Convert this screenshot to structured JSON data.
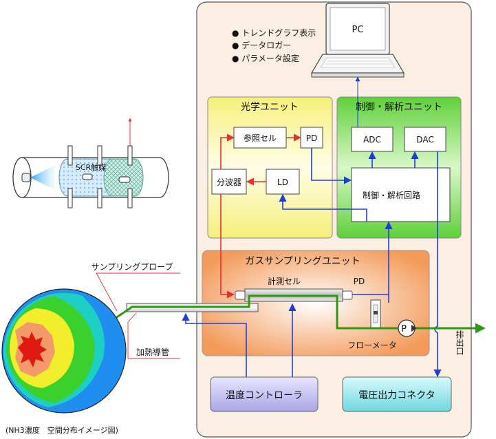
{
  "pc": {
    "label": "PC",
    "features": [
      "● トレンドグラフ表示",
      "● データロガー",
      "● パラメータ設定"
    ]
  },
  "optical_unit": {
    "title": "光学ユニット",
    "ref_cell": "参照セル",
    "pd": "PD",
    "splitter": "分波器",
    "ld": "LD"
  },
  "control_unit": {
    "title": "制御・解析ユニット",
    "adc": "ADC",
    "dac": "DAC",
    "circuit": "制御・解析回路"
  },
  "gas_unit": {
    "title": "ガスサンプリングユニット",
    "measure_cell": "計測セル",
    "pd": "PD",
    "flowmeter": "フローメータ",
    "pump": "P"
  },
  "temp_controller": "温度コントローラ",
  "voltage_connector": "電圧出力コネクタ",
  "exhaust": "排出口",
  "sampling_probe": "サンプリングプローブ",
  "heated_tube": "加熱導管",
  "scr_catalyst": "SCR触媒",
  "nh3_caption": "(NH3濃度　空間分布イメージ図)",
  "colors": {
    "optical_bg": "#fbf7a8",
    "control_bg": "#8be05a",
    "gas_bg": "#f5ad74",
    "panel_bg": "#fbeee2",
    "temp_bg": "#c9c6f0",
    "voltage_bg": "#8ee0e6",
    "optical_line": "#e53030",
    "signal_line": "#1f3ed8",
    "gas_line": "#2b9a12"
  }
}
